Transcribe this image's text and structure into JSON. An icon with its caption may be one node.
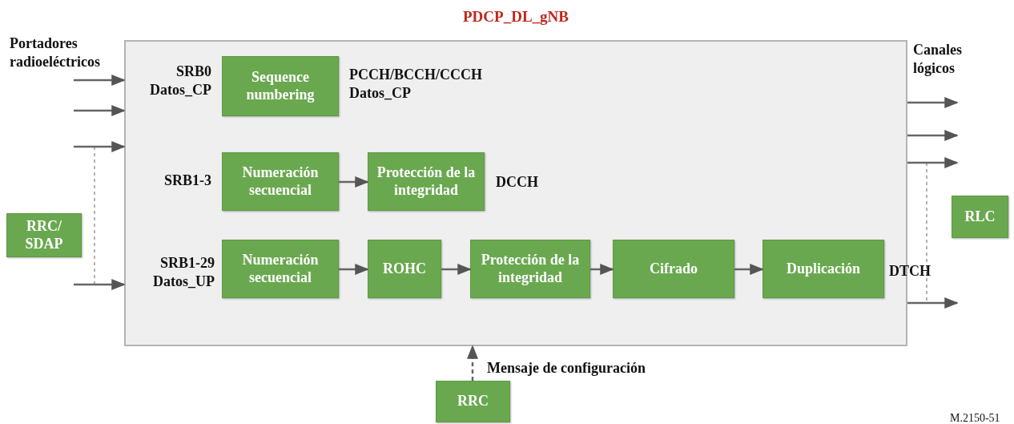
{
  "diagram": {
    "nodes": [
      {
        "text": [
          "PDCP_DL_gNB"
        ]
      },
      {
        "text": [
          "Sequence numbering"
        ],
        "in": 0
      },
      {
        "text": [
          "Numeración secuencial"
        ],
        "in": 0
      },
      {
        "text": [
          "Protección de la integridad"
        ],
        "in": 0
      },
      {
        "text": [
          "Numeración secuencial"
        ],
        "in": 0
      },
      {
        "text": [
          "ROHC"
        ],
        "in": 0
      },
      {
        "text": [
          "Protección de la integridad"
        ],
        "in": 0
      },
      {
        "text": [
          "Cifrado"
        ],
        "in": 0
      },
      {
        "text": [
          "Duplicación"
        ],
        "in": 0
      },
      {
        "text": [
          "RRC/ SDAP"
        ]
      },
      {
        "text": [
          "RLC"
        ]
      },
      {
        "text": [
          "RRC"
        ]
      }
    ],
    "edges": [
      {
        "from": null,
        "to": 0,
        "arrow": "to"
      },
      {
        "from": null,
        "to": 0,
        "arrow": "to"
      },
      {
        "from": null,
        "to": 0,
        "arrow": "to"
      },
      {
        "from": null,
        "to": 0,
        "arrow": "to"
      },
      {
        "from": 0,
        "to": null,
        "arrow": "to"
      },
      {
        "from": 0,
        "to": null,
        "arrow": "to"
      },
      {
        "from": 0,
        "to": null,
        "arrow": "to"
      },
      {
        "from": 0,
        "to": null,
        "arrow": "to"
      },
      {
        "from": 2,
        "to": 3,
        "arrow": "to"
      },
      {
        "from": 4,
        "to": 5,
        "arrow": "to"
      },
      {
        "from": 5,
        "to": 6,
        "arrow": "to"
      },
      {
        "from": 6,
        "to": 7,
        "arrow": "to"
      },
      {
        "from": 7,
        "to": 8,
        "arrow": "to"
      },
      {
        "from": 11,
        "to": 0,
        "arrow": "to",
        "style": "dashed",
        "label": "Mensaje de configuración"
      }
    ],
    "labels": [
      "Portadores radioeléctricos",
      "SRB0 Datos_CP",
      "PCCH/BCCH/CCCH Datos_CP",
      "Canales lógicos",
      "SRB1-3",
      "DCCH",
      "SRB1-29 Datos_UP",
      "DTCH",
      "M.2150-51"
    ]
  }
}
